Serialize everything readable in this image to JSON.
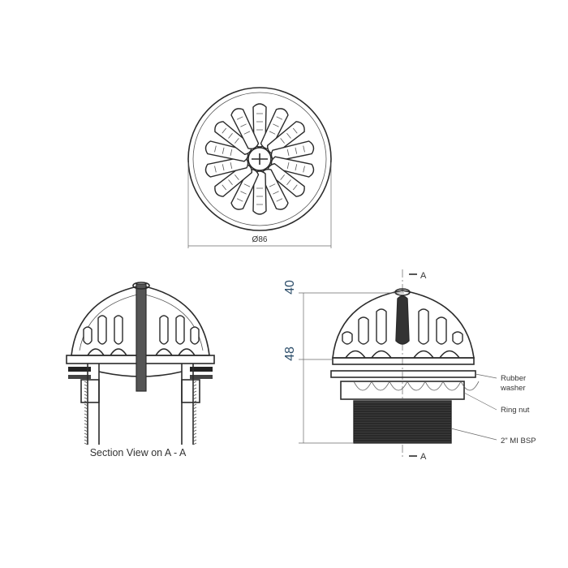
{
  "plan_view": {
    "diameter_label": "Ø86"
  },
  "section_view": {
    "caption": "Section View on A - A"
  },
  "elevation_view": {
    "dimension_top": "40",
    "dimension_bottom": "48",
    "section_marker_top": "A",
    "section_marker_bottom": "A",
    "callouts": {
      "rubber_washer_line1": "Rubber",
      "rubber_washer_line2": "washer",
      "ring_nut": "Ring nut",
      "thread": "2\" MI BSP"
    }
  },
  "colors": {
    "line": "#2b2b2b",
    "dimension_text": "#2e4f6b"
  }
}
